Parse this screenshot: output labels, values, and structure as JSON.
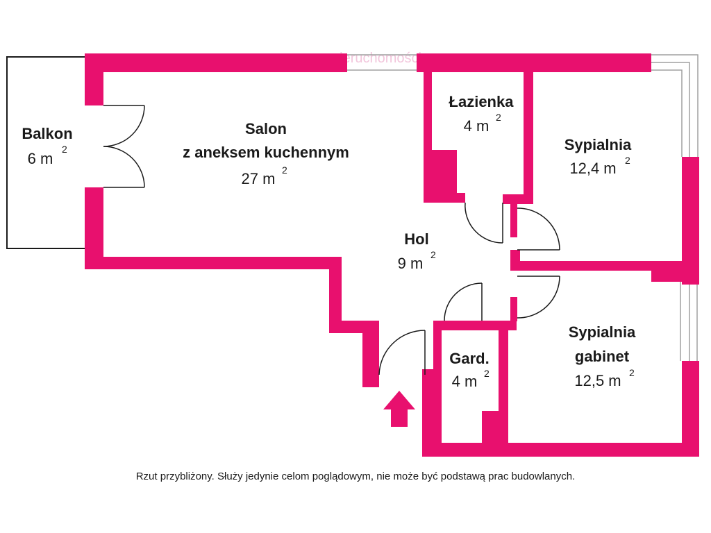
{
  "watermark": "nieruchomości",
  "colors": {
    "wall": "#e8106e",
    "line": "#1a1a1a",
    "window": "#a0a0a0"
  },
  "rooms": {
    "balkon": {
      "name": "Balkon",
      "area": "6 m",
      "unit_sup": "2"
    },
    "salon": {
      "name1": "Salon",
      "name2": "z aneksem  kuchennym",
      "area": "27 m",
      "unit_sup": "2"
    },
    "lazienka": {
      "name": "Łazienka",
      "area": "4 m",
      "unit_sup": "2"
    },
    "sypialnia": {
      "name": "Sypialnia",
      "area": "12,4 m",
      "unit_sup": "2"
    },
    "hol": {
      "name": "Hol",
      "area": "9 m",
      "unit_sup": "2"
    },
    "gard": {
      "name": "Gard.",
      "area": "4 m",
      "unit_sup": "2"
    },
    "gabinet": {
      "name1": "Sypialnia",
      "name2": "gabinet",
      "area": "12,5 m",
      "unit_sup": "2"
    }
  },
  "entrance_icon": "arrow-up-icon",
  "footnote": "Rzut przybliżony. Służy jedynie celom poglądowym, nie może być podstawą prac budowlanych."
}
